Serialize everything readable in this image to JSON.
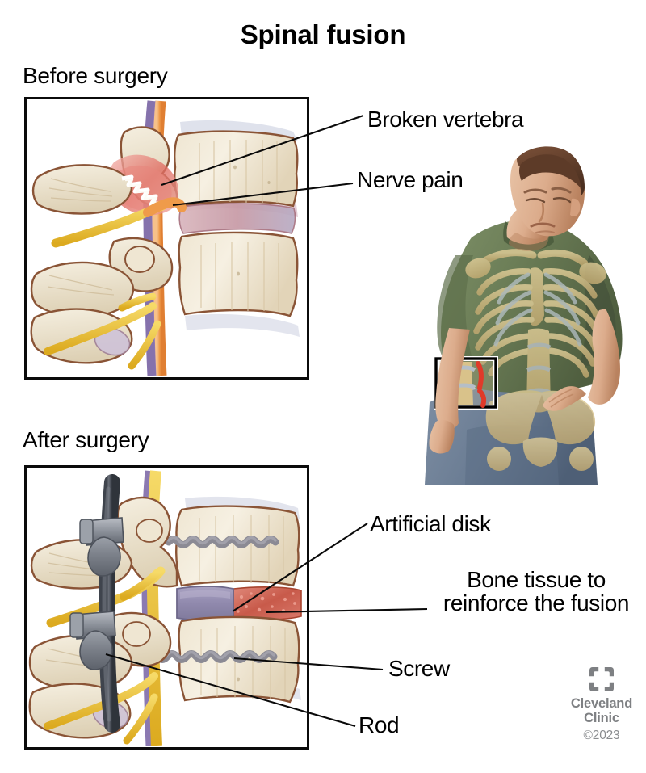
{
  "title": "Spinal fusion",
  "panels": [
    {
      "label": "Before surgery",
      "name": "before-surgery"
    },
    {
      "label": "After surgery",
      "name": "after-surgery"
    }
  ],
  "callouts": [
    {
      "id": "broken-vertebra",
      "text": "Broken vertebra"
    },
    {
      "id": "nerve-pain",
      "text": "Nerve pain"
    },
    {
      "id": "artificial-disk",
      "text": "Artificial disk"
    },
    {
      "id": "bone-tissue-l1",
      "text": "Bone tissue to"
    },
    {
      "id": "bone-tissue-l2",
      "text": "reinforce the fusion"
    },
    {
      "id": "screw",
      "text": "Screw"
    },
    {
      "id": "rod",
      "text": "Rod"
    }
  ],
  "logo": {
    "name": "Cleveland Clinic",
    "line1": "Cleveland",
    "line2": "Clinic",
    "copyright": "©2023",
    "color": "#7e8083"
  },
  "colors": {
    "bone_light": "#f4ecdc",
    "bone_mid": "#e8dcc3",
    "bone_shadow": "#d6c7a7",
    "bone_outline": "#8a5436",
    "nerve_yellow": "#f2cf4e",
    "nerve_yellow_dark": "#d8aa22",
    "cord_orange": "#f0a255",
    "dura_purple": "#7e6aa8",
    "inflammation_red": "#e4736b",
    "inflammation_pink": "#f0a9a3",
    "hardware_gray": "#5b5f68",
    "screw_gray": "#8d9199",
    "disk_purple": "#9b95b6",
    "graft_red": "#d46a5a",
    "shirt_green": "#6f8159",
    "jeans_blue": "#6f7f95",
    "skin": "#e0b294",
    "hair_brown": "#6b4430",
    "skeleton_tan": "#d9c48b",
    "frame_black": "#0b0b0b"
  },
  "figure": {
    "description": "Man in green t-shirt and blue jeans holding his lower back, with skeleton overlay and highlighted lumbar inset box"
  }
}
